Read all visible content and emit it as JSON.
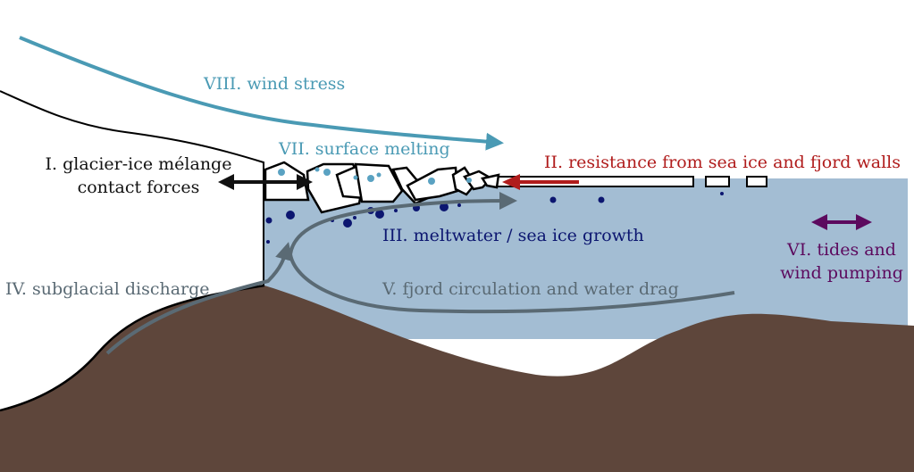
{
  "title": "Processes acting on ice mélange in a glacial fjord",
  "colors": {
    "water": "#a3bdd3",
    "bedrock": "#5e463b",
    "glacier_outline": "#000000",
    "wind": "#4a9ab4",
    "resistance": "#b01c1c",
    "meltwater": "#0c1670",
    "circulation": "#5a6a74",
    "tides": "#5c0a5e",
    "contact": "#111111",
    "melt_droplet": "#5aa2c2"
  },
  "labels": {
    "I_line1": "I. glacier-ice mélange",
    "I_line2": "contact forces",
    "II": "II. resistance from sea ice and fjord walls",
    "III": "III. meltwater / sea ice growth",
    "IV": "IV. subglacial discharge",
    "V": "V. fjord circulation and water drag",
    "VI_line1": "VI. tides and",
    "VI_line2": "wind pumping",
    "VII": "VII. surface melting",
    "VIII": "VIII. wind stress"
  },
  "components": [
    {
      "id": "glacier",
      "name": "glacier"
    },
    {
      "id": "melange",
      "name": "ice mélange"
    },
    {
      "id": "sea_ice",
      "name": "sea ice"
    },
    {
      "id": "fjord_water",
      "name": "fjord water"
    },
    {
      "id": "bedrock",
      "name": "bedrock"
    }
  ]
}
